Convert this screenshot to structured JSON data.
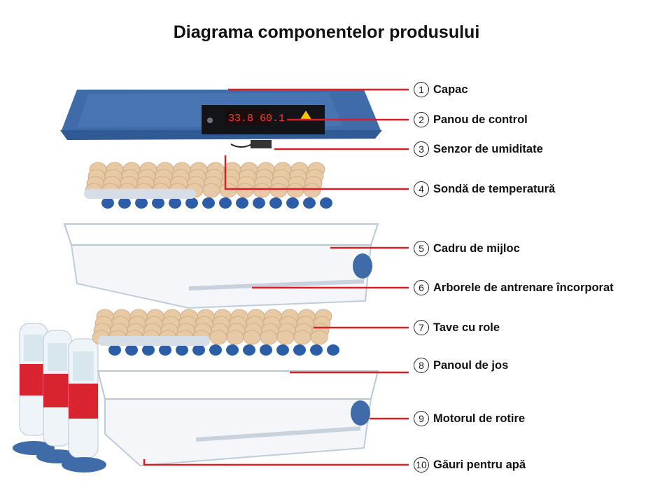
{
  "title": "Diagrama componentelor produsului",
  "colors": {
    "leader": "#d92027",
    "lid": "#3f6ba8",
    "egg": "#e8c9a5",
    "cap": "#2c5ea8",
    "frame": "#b9c7d6",
    "water": "#d9232e"
  },
  "panel": {
    "display": "33.8 60.1"
  },
  "components": [
    {
      "num": "1",
      "label": "Capac"
    },
    {
      "num": "2",
      "label": "Panou de control"
    },
    {
      "num": "3",
      "label": "Senzor de umiditate"
    },
    {
      "num": "4",
      "label": "Sondă de temperatură"
    },
    {
      "num": "5",
      "label": "Cadru de mijloc"
    },
    {
      "num": "6",
      "label": "Arborele de antrenare încorporat"
    },
    {
      "num": "7",
      "label": "Tave cu role"
    },
    {
      "num": "8",
      "label": "Panoul de jos"
    },
    {
      "num": "9",
      "label": "Motorul de rotire"
    },
    {
      "num": "10",
      "label": "Găuri pentru apă"
    }
  ]
}
